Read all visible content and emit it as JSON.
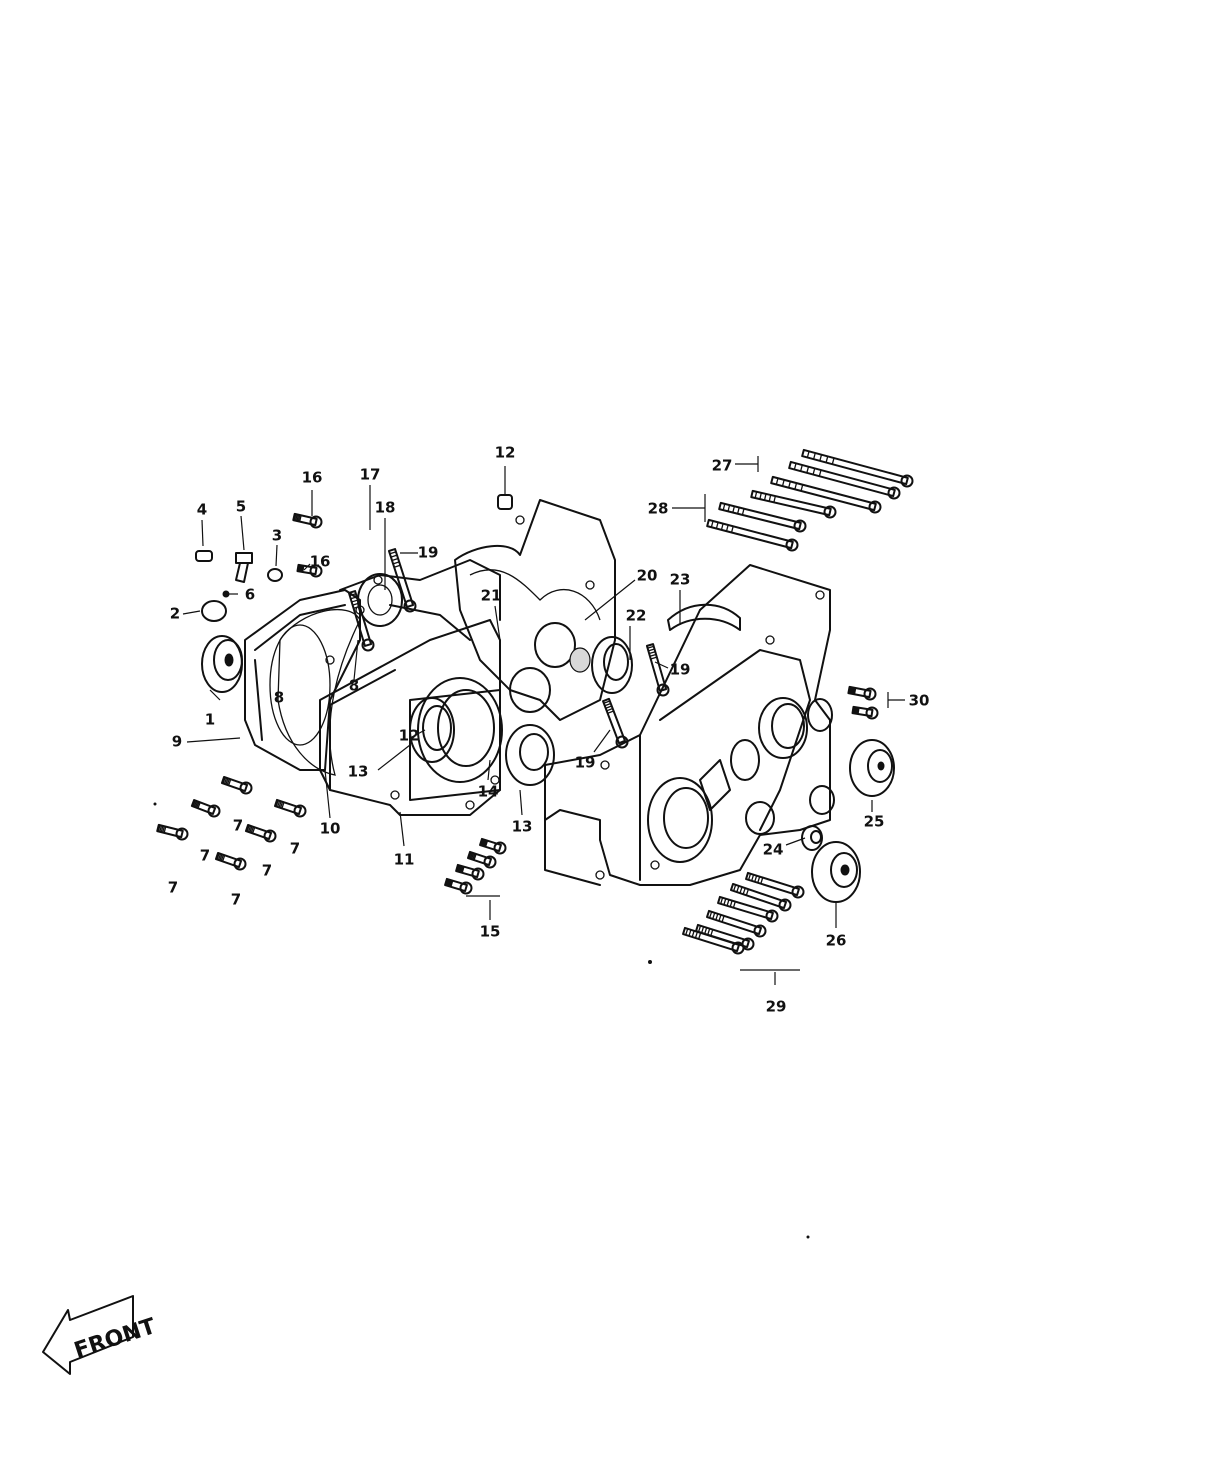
{
  "diagram": {
    "front_label": "FRONT",
    "callouts": [
      "1",
      "2",
      "3",
      "4",
      "5",
      "6",
      "7",
      "8",
      "9",
      "10",
      "11",
      "12",
      "13",
      "14",
      "15",
      "16",
      "17",
      "18",
      "19",
      "20",
      "21",
      "22",
      "23",
      "24",
      "25",
      "26",
      "27",
      "28",
      "29",
      "30"
    ]
  }
}
